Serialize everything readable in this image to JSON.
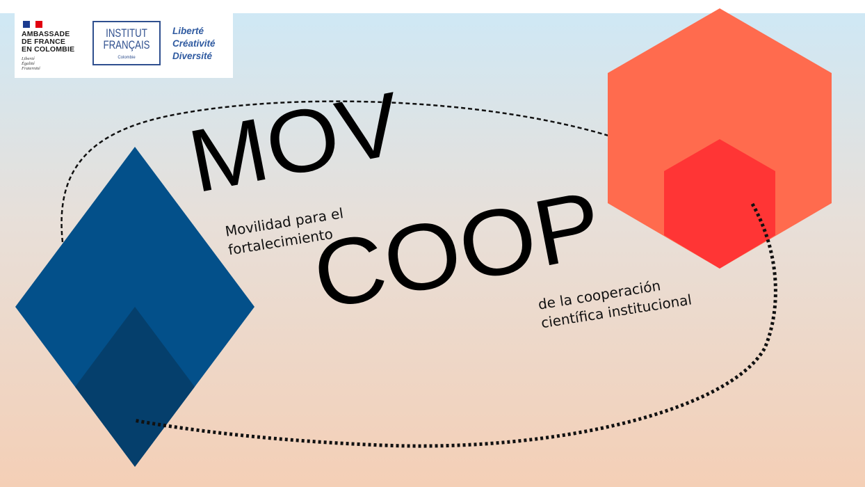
{
  "header": {
    "embassy_lines": [
      "AMBASSADE",
      "DE FRANCE",
      "EN COLOMBIE"
    ],
    "republic_motto": [
      "Liberté",
      "Égalité",
      "Fraternité"
    ],
    "institut_line1": "INSTITUT",
    "institut_line2": "FRANÇAIS",
    "institut_line3": "Colombie",
    "motto_lines": [
      "Liberté",
      "Créativité",
      "Diversité"
    ]
  },
  "main": {
    "title_part1": "MOV",
    "title_part2": "COOP",
    "subtitle1_lines": [
      "Movilidad para el",
      "fortalecimiento"
    ],
    "subtitle2_lines": [
      "de la cooperación",
      "científica institucional"
    ]
  },
  "colors": {
    "flag_blue": "#1b3b8f",
    "flag_red": "#e1000f",
    "diamond_blue": "#03508a",
    "diamond_dark": "#053f6c",
    "hex_orange": "#ff6b4e",
    "hex_red": "#ff3535",
    "institut_blue": "#2f4f8e"
  }
}
